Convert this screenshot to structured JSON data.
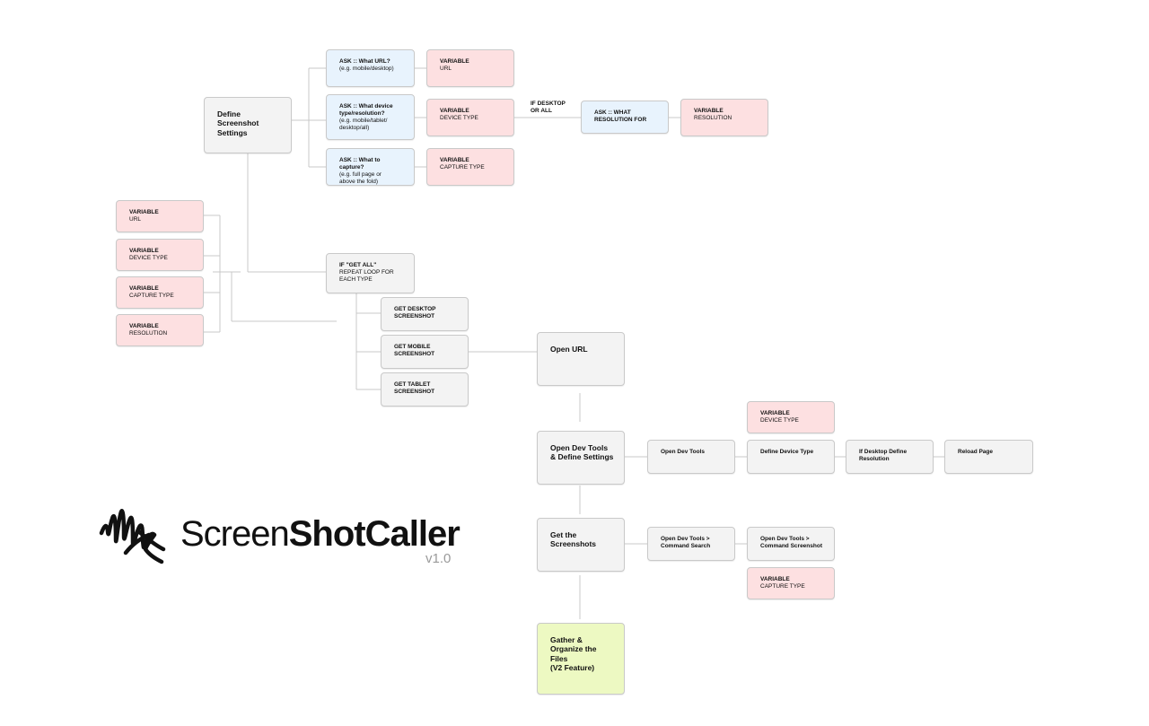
{
  "settings": {
    "define": "Define\nScreenshot\nSettings",
    "ask_url": {
      "title": "ASK :: What URL?",
      "sub": "(e.g. mobile/desktop)"
    },
    "var_url": {
      "title": "VARIABLE",
      "sub": "URL"
    },
    "ask_device": {
      "title": "ASK :: What device\ntype/resolution?",
      "sub": "(e.g. mobile/tablet/\ndesktop/all)"
    },
    "var_device": {
      "title": "VARIABLE",
      "sub": "DEVICE TYPE"
    },
    "if_desktop": "IF DESKTOP\nOR ALL",
    "ask_resolution": {
      "title": "ASK :: WHAT\nRESOLUTION FOR",
      "sub": ""
    },
    "var_resolution": {
      "title": "VARIABLE",
      "sub": "RESOLUTION"
    },
    "ask_capture": {
      "title": "ASK :: What to capture?",
      "sub": "(e.g. full page or\nabove the fold)"
    },
    "var_capture": {
      "title": "VARIABLE",
      "sub": "CAPTURE TYPE"
    }
  },
  "left_vars": [
    {
      "title": "VARIABLE",
      "sub": "URL"
    },
    {
      "title": "VARIABLE",
      "sub": "DEVICE TYPE"
    },
    {
      "title": "VARIABLE",
      "sub": "CAPTURE TYPE"
    },
    {
      "title": "VARIABLE",
      "sub": "RESOLUTION"
    }
  ],
  "loop": {
    "if_get_all": {
      "title": "IF \"GET ALL\"",
      "sub": "REPEAT LOOP FOR\nEACH TYPE"
    },
    "desktop": "GET DESKTOP\nSCREENSHOT",
    "mobile": "GET MOBILE\nSCREENSHOT",
    "tablet": "GET TABLET\nSCREENSHOT"
  },
  "flow": {
    "open_url": "Open URL",
    "open_dev": "Open Dev Tools\n& Define Settings",
    "get_shots": "Get the\nScreenshots",
    "gather": "Gather &\nOrganize the Files\n(V2 Feature)"
  },
  "devtools": {
    "var_device": {
      "title": "VARIABLE",
      "sub": "DEVICE TYPE"
    },
    "open": "Open Dev Tools",
    "define": "Define Device Type",
    "if_desktop": "If Desktop Define\nResolution",
    "reload": "Reload Page"
  },
  "screenshots": {
    "cmd_search": "Open Dev Tools >\nCommand Search",
    "cmd_screenshot": "Open Dev Tools >\nCommand Screenshot",
    "var_capture": {
      "title": "VARIABLE",
      "sub": "CAPTURE TYPE"
    }
  },
  "brand": {
    "name_regular": "Screen",
    "name_bold": "ShotCaller",
    "version": "v1.0"
  },
  "colors": {
    "ask": "#e8f3fd",
    "variable": "#fde0e1",
    "step": "#f3f3f3",
    "future": "#edf9c2",
    "connector": "#c8c8c8"
  }
}
